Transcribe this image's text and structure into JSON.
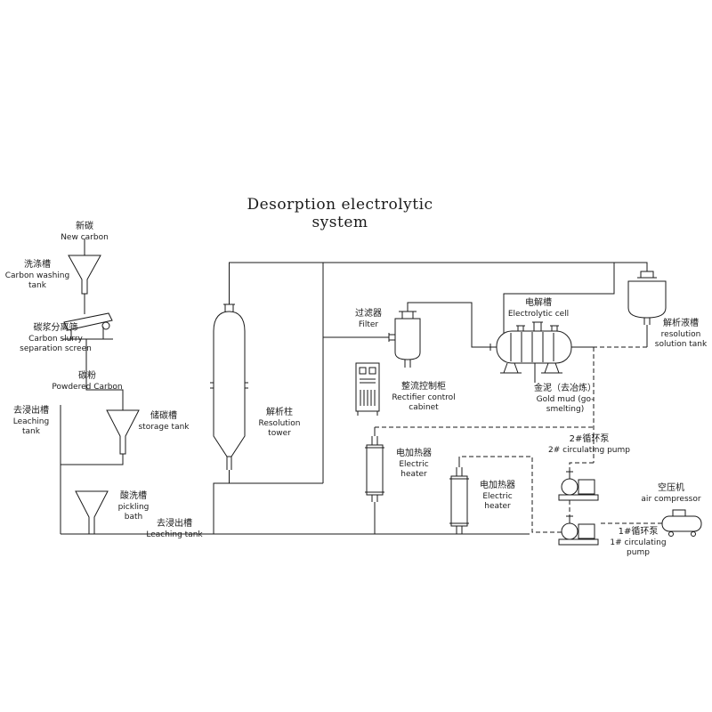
{
  "title": "Desorption electrolytic system",
  "colors": {
    "line": "#1a1a1a",
    "background": "#ffffff"
  },
  "labels": {
    "new_carbon": {
      "zh": "新碳",
      "en": "New carbon"
    },
    "carbon_washing_tank": {
      "zh": "洗涤槽",
      "en": "Carbon washing tank"
    },
    "separation_screen": {
      "zh": "碳浆分离筛",
      "en": "Carbon slurry",
      "en2": "separation screen"
    },
    "powdered_carbon": {
      "zh": "碳粉",
      "en": "Powdered Carbon"
    },
    "leaching_tank_left": {
      "zh": "去浸出槽",
      "en": "Leaching tank"
    },
    "storage_tank": {
      "zh": "储碳槽",
      "en": "storage tank"
    },
    "resolution_tower": {
      "zh": "解析柱",
      "en": "Resolution tower"
    },
    "filter": {
      "zh": "过滤器",
      "en": "Filter"
    },
    "rectifier_control_cabinet": {
      "zh": "整流控制柜",
      "en": "Rectifier control cabinet"
    },
    "electrolytic_cell": {
      "zh": "电解槽",
      "en": "Electrolytic cell"
    },
    "resolution_solution_tank": {
      "zh": "解析液槽",
      "en": "resolution solution tank"
    },
    "gold_mud": {
      "zh": "金泥（去冶炼）",
      "en": "Gold mud (go-smelting)"
    },
    "electric_heater_1": {
      "zh": "电加热器",
      "en": "Electric heater"
    },
    "electric_heater_2": {
      "zh": "电加热器",
      "en": "Electric heater"
    },
    "circulating_pump_2": {
      "zh": "2#循环泵",
      "en": "2# circulating pump"
    },
    "circulating_pump_1": {
      "zh": "1#循环泵",
      "en": "1# circulating pump"
    },
    "air_compressor": {
      "zh": "空压机",
      "en": "air compressor"
    },
    "pickling_bath": {
      "zh": "酸洗槽",
      "en": "pickling bath"
    },
    "leaching_tank_bottom": {
      "zh": "去浸出槽",
      "en": "Leaching tank"
    }
  }
}
